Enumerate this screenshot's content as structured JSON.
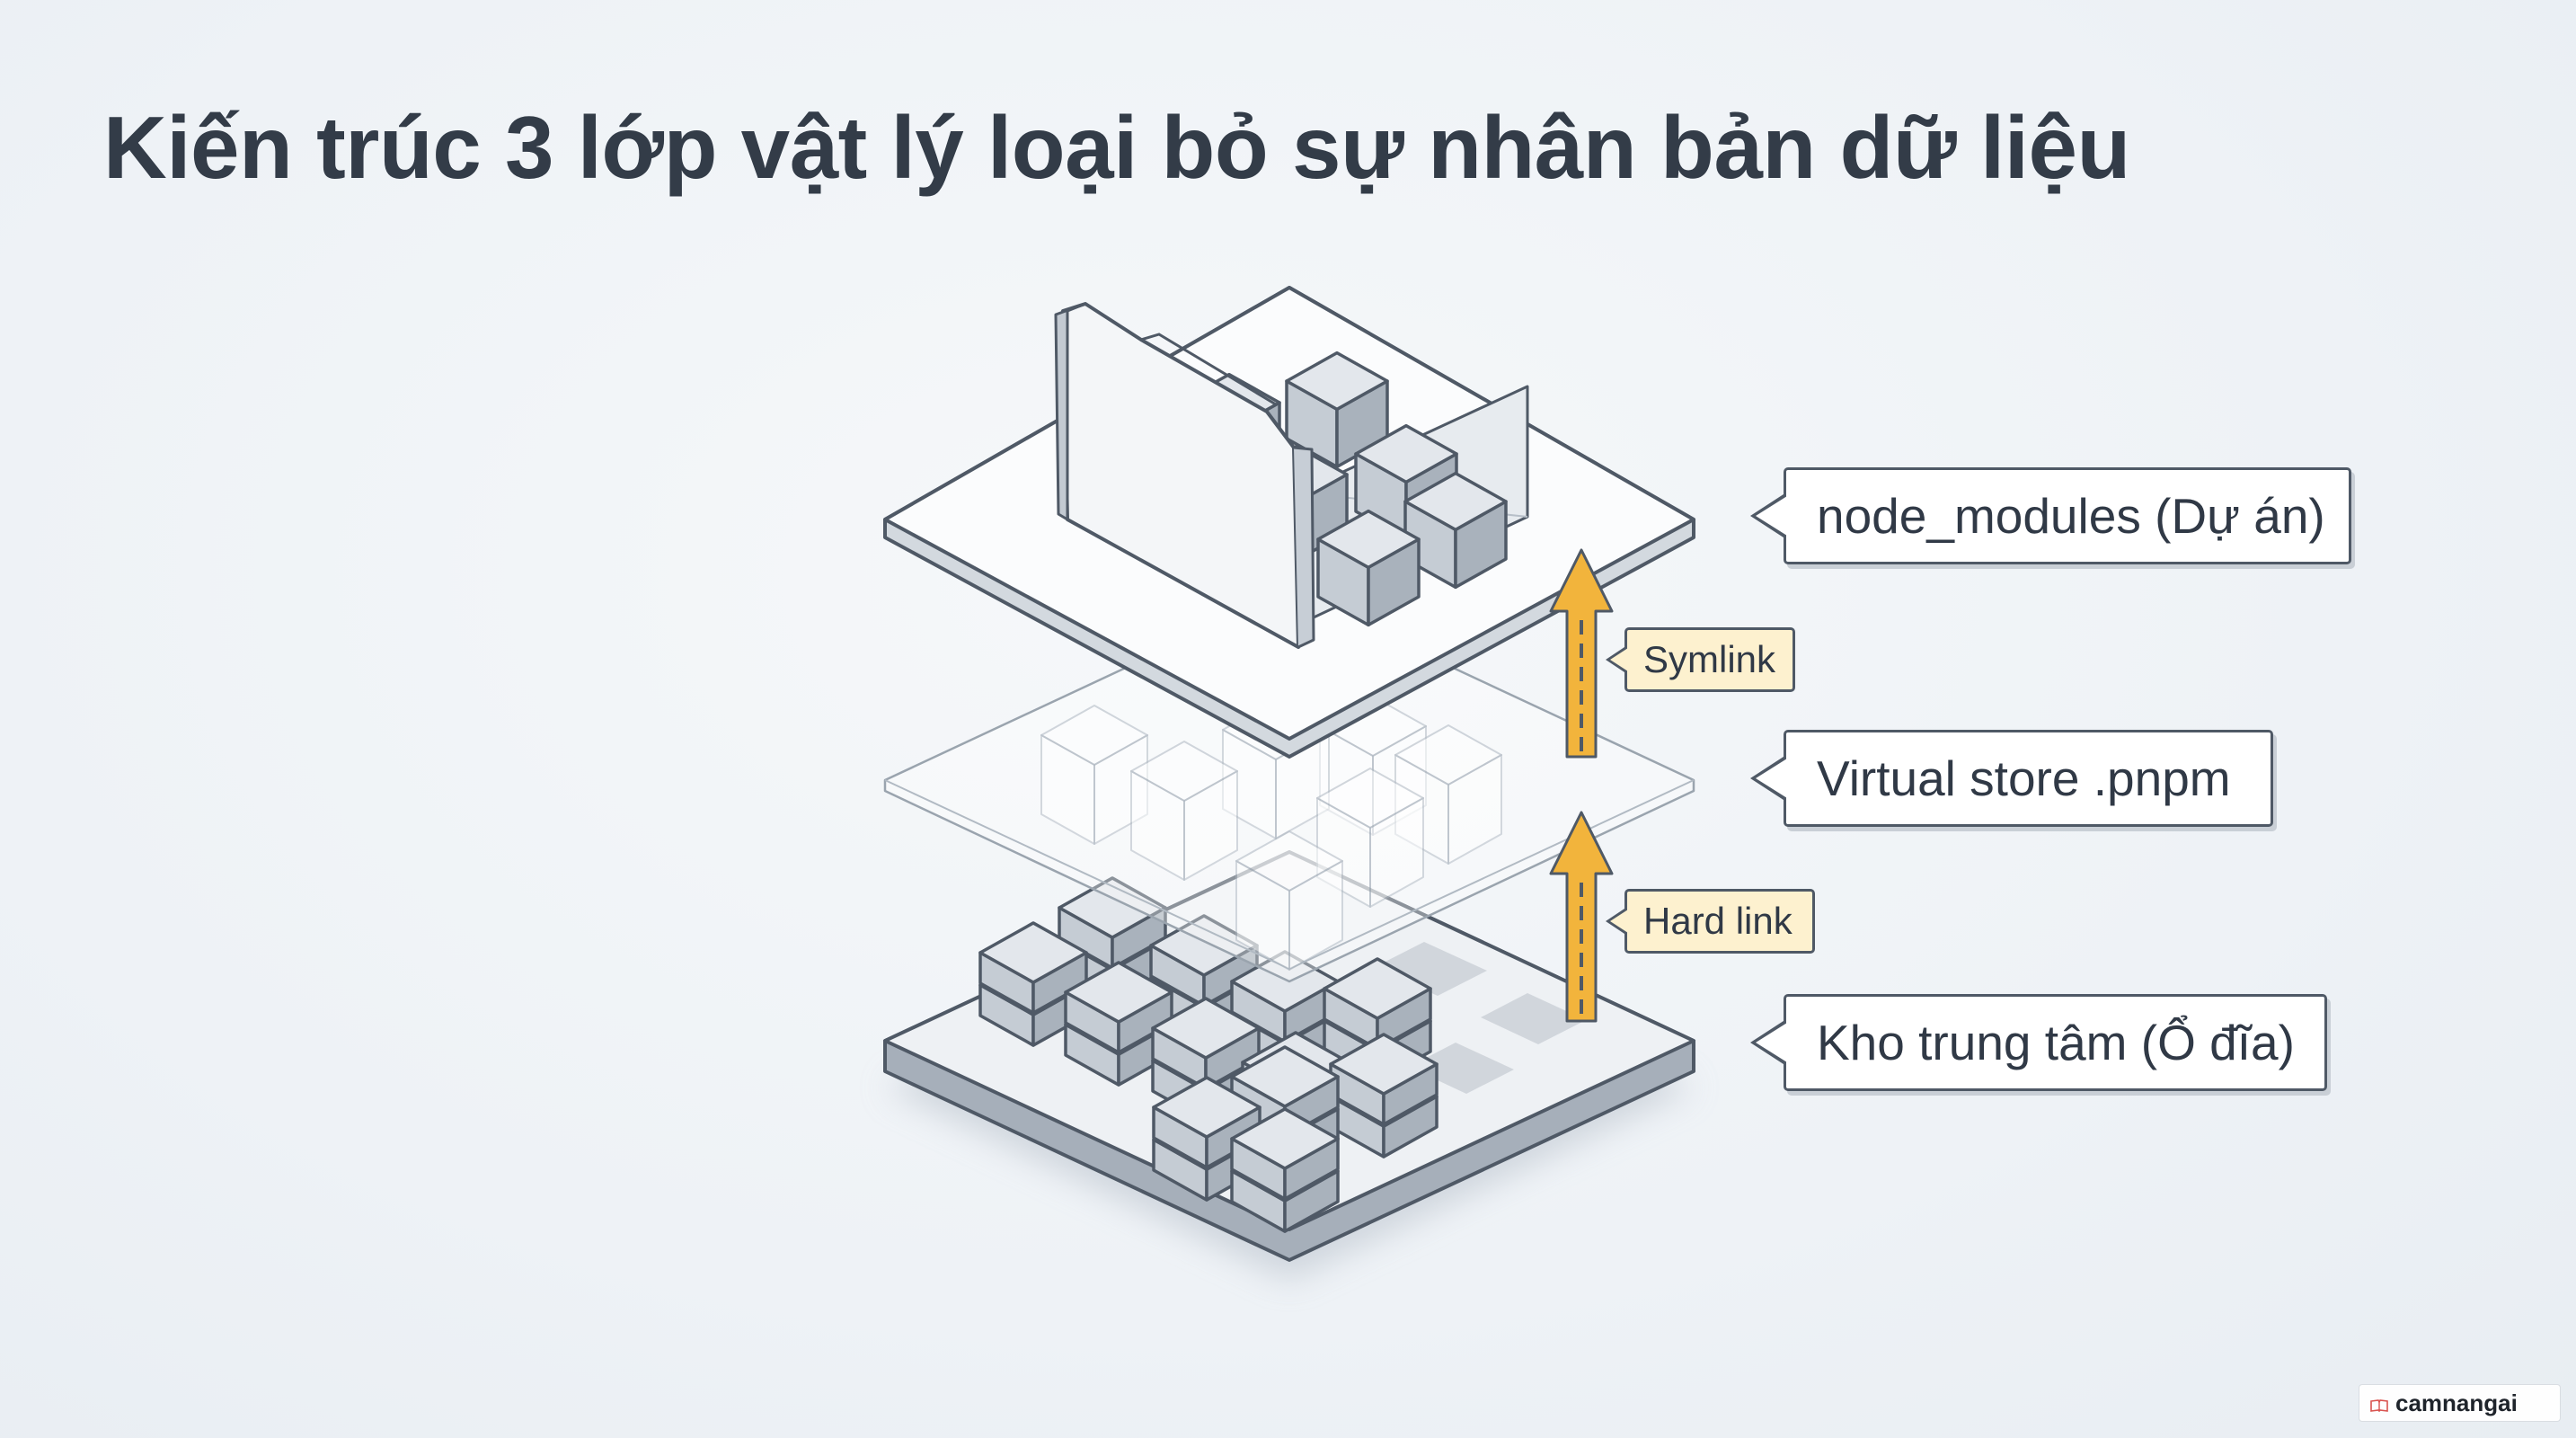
{
  "title": "Kiến trúc 3 lớp vật lý loại bỏ sự nhân bản dữ liệu",
  "layers": [
    {
      "label": "node_modules (Dự án)"
    },
    {
      "label": "Virtual store .pnpm"
    },
    {
      "label": "Kho trung tâm (Ổ đĩa)"
    }
  ],
  "links": [
    {
      "label": "Symlink"
    },
    {
      "label": "Hard link"
    }
  ],
  "watermark": {
    "text": "camnangai",
    "icon": "book-icon"
  },
  "colors": {
    "arrow": "#f2b43c",
    "outline": "#4f5966",
    "tag_fill": "#fdf1cf",
    "cube_top": "#e3e7ec",
    "cube_left": "#c5ccd4",
    "cube_right": "#a9b2bc"
  }
}
